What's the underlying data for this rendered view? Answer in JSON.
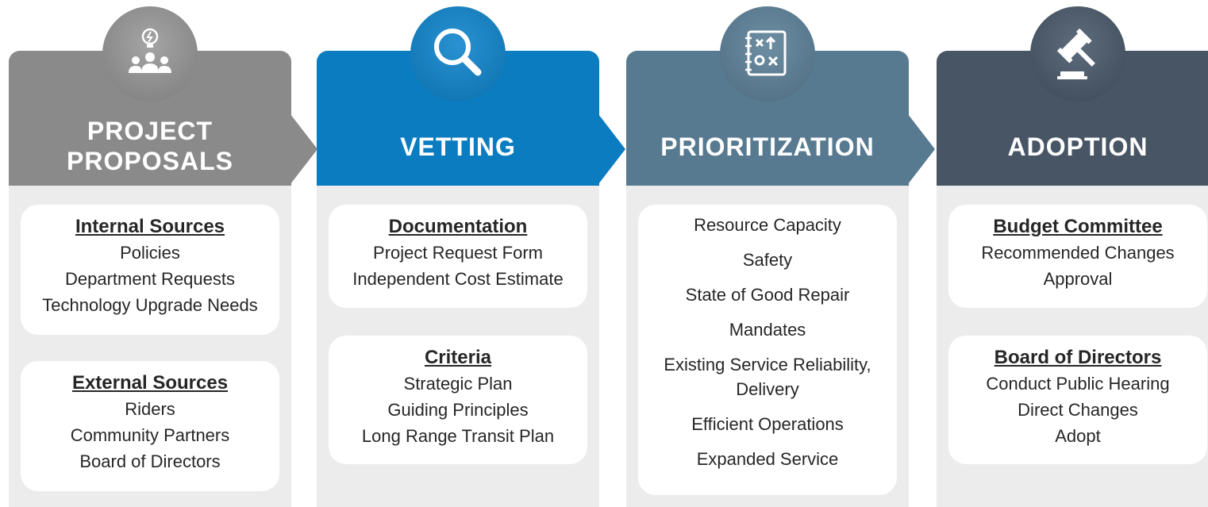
{
  "columns": [
    {
      "title": "PROJECT\nPROPOSALS",
      "icon": "lightbulb-team-icon",
      "cards": [
        {
          "heading": "Internal Sources",
          "items": [
            "Policies",
            "Department Requests",
            "Technology Upgrade Needs"
          ]
        },
        {
          "heading": "External Sources",
          "items": [
            "Riders",
            "Community Partners",
            "Board of Directors"
          ]
        }
      ]
    },
    {
      "title": "VETTING",
      "icon": "magnifying-glass-icon",
      "cards": [
        {
          "heading": "Documentation",
          "items": [
            "Project Request Form",
            "Independent Cost Estimate"
          ]
        },
        {
          "heading": "Criteria",
          "items": [
            "Strategic Plan",
            "Guiding Principles",
            "Long Range Transit Plan"
          ]
        }
      ]
    },
    {
      "title": "PRIORITIZATION",
      "icon": "strategy-board-icon",
      "items": [
        "Resource Capacity",
        "Safety",
        "State of Good Repair",
        "Mandates",
        "Existing Service Reliability,\nDelivery",
        "Efficient Operations",
        "Expanded Service"
      ]
    },
    {
      "title": "ADOPTION",
      "icon": "gavel-icon",
      "cards": [
        {
          "heading": "Budget Committee",
          "items": [
            "Recommended Changes",
            "Approval"
          ]
        },
        {
          "heading": "Board of Directors",
          "items": [
            "Conduct Public Hearing",
            "Direct Changes",
            "Adopt"
          ]
        }
      ]
    }
  ]
}
